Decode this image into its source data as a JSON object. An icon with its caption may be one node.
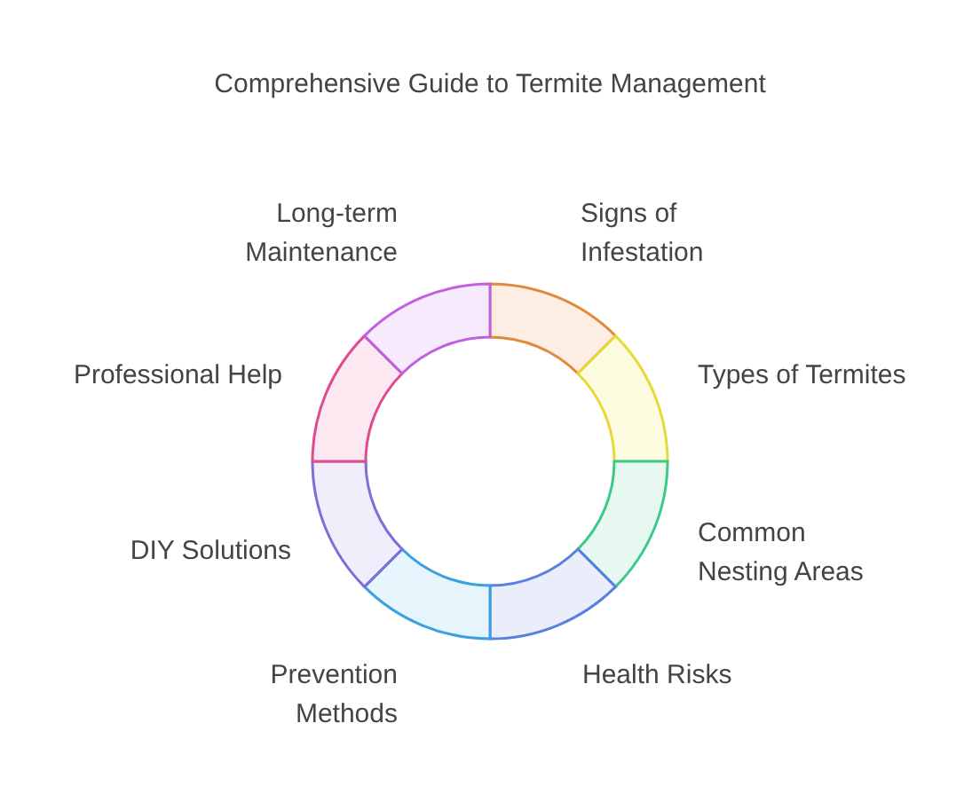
{
  "diagram": {
    "title": "Comprehensive Guide to Termite Management",
    "nodes": [
      {
        "text": [
          "Signs of Infestation"
        ]
      },
      {
        "text": [
          "Types of Termites"
        ]
      },
      {
        "text": [
          "Common Nesting Areas"
        ]
      },
      {
        "text": [
          "Health Risks"
        ]
      },
      {
        "text": [
          "Prevention Methods"
        ]
      },
      {
        "text": [
          "DIY Solutions"
        ]
      },
      {
        "text": [
          "Professional Help"
        ]
      },
      {
        "text": [
          "Long-term Maintenance"
        ]
      }
    ]
  }
}
